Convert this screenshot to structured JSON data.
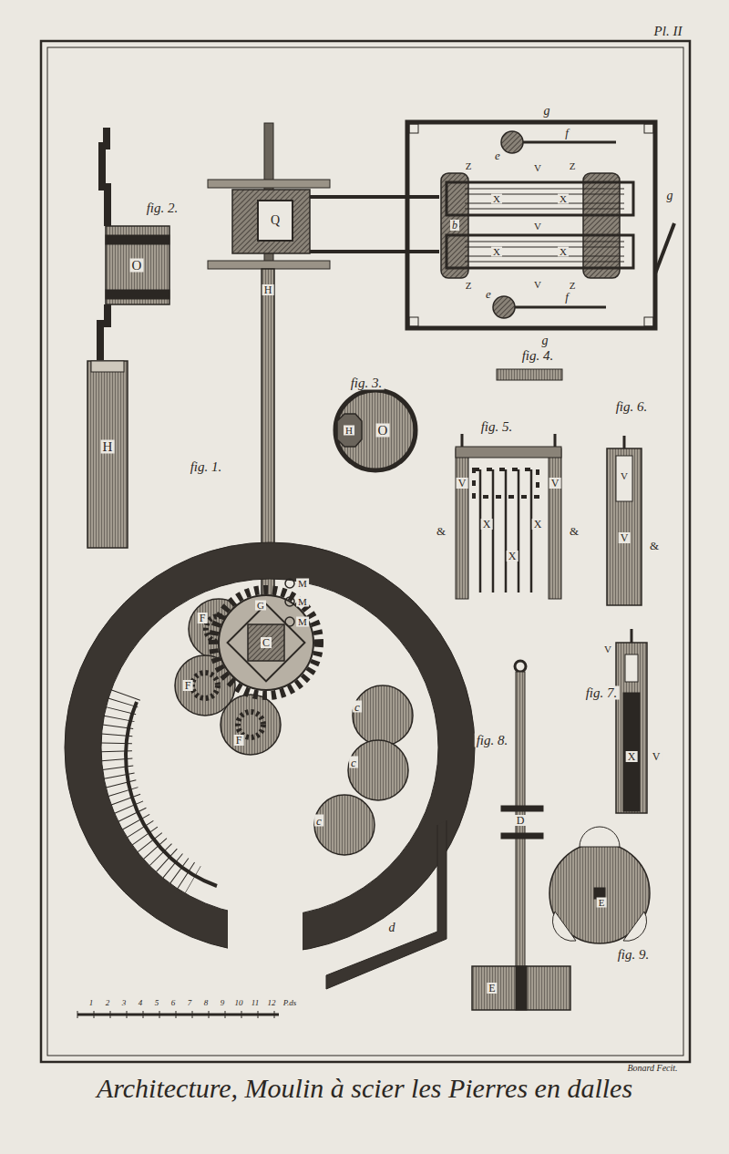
{
  "diagram": {
    "title": "Architecture, Moulin à scier les Pierres en dalles",
    "labels": [
      "Pl. II",
      "fig. 2.",
      "O",
      "H",
      "fig. 1.",
      "Q",
      "H",
      "g",
      "g",
      "g",
      "e",
      "f",
      "e",
      "f",
      "Z",
      "V",
      "Z",
      "X",
      "X",
      "V",
      "X",
      "X",
      "Z",
      "V",
      "Z",
      "b",
      "M",
      "M",
      "M",
      "G",
      "C",
      "F",
      "F",
      "F",
      "c",
      "c",
      "c",
      "d",
      "fig. 3.",
      "O",
      "H",
      "fig. 4.",
      "fig. 5.",
      "V",
      "V",
      "X",
      "X",
      "X",
      "&",
      "&",
      "fig. 6.",
      "V",
      "V",
      "&",
      "fig. 7.",
      "V",
      "V",
      "X",
      "fig. 8.",
      "D",
      "E",
      "fig. 9.",
      "E",
      "1",
      "2",
      "3",
      "4",
      "5",
      "6",
      "7",
      "8",
      "9",
      "10",
      "11",
      "12",
      "P.ds",
      "Bonard Fecit."
    ]
  }
}
